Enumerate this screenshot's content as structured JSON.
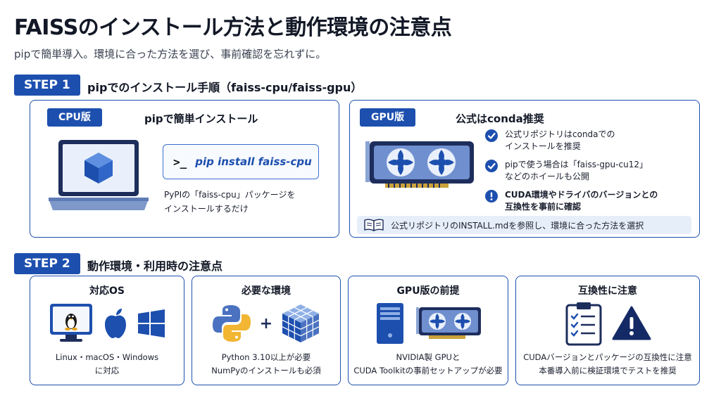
{
  "page": {
    "title": "FAISSのインストール方法と動作環境の注意点",
    "subtitle": "pipで簡単導入。環境に合った方法を選び、事前確認を忘れずに。"
  },
  "step1": {
    "badge": "STEP 1",
    "title": "pipでのインストール手順（faiss-cpu/faiss-gpu）",
    "cpu": {
      "label": "CPU版",
      "heading": "pipで簡単インストール",
      "command_prompt": ">_",
      "command": "pip install faiss-cpu",
      "desc_line1": "PyPIの「faiss-cpu」パッケージを",
      "desc_line2": "インストールするだけ"
    },
    "gpu": {
      "label": "GPU版",
      "heading": "公式はconda推奨",
      "items": [
        {
          "line1": "公式リポジトリはcondaでの",
          "line2": "インストールを推奨",
          "icon": "check-icon"
        },
        {
          "line1": "pipで使う場合は「faiss-gpu-cu12」",
          "line2": "などのホイールも公開",
          "icon": "check-icon"
        },
        {
          "line1": "CUDA環境やドライバのバージョンとの",
          "line2": "互換性を事前に確認",
          "icon": "exclamation-icon"
        }
      ],
      "note": "公式リポジトリのINSTALL.mdを参照し、環境に合った方法を選択"
    }
  },
  "step2": {
    "badge": "STEP 2",
    "title": "動作環境・利用時の注意点",
    "cards": [
      {
        "title": "対応OS",
        "line1": "Linux・macOS・Windows",
        "line2": "に対応"
      },
      {
        "title": "必要な環境",
        "line1": "Python 3.10以上が必要",
        "line2": "NumPyのインストールも必須",
        "plus": "+"
      },
      {
        "title": "GPU版の前提",
        "line1": "NVIDIA製 GPUと",
        "line2": "CUDA Toolkitの事前セットアップが必要"
      },
      {
        "title": "互換性に注意",
        "line1": "CUDAバージョンとパッケージの互換性に注意",
        "line2": "本番導入前に検証環境でテストを推奨"
      }
    ]
  },
  "colors": {
    "accent": "#1d4fae",
    "note_bg": "#e6eef9",
    "warning": "#142a66"
  }
}
